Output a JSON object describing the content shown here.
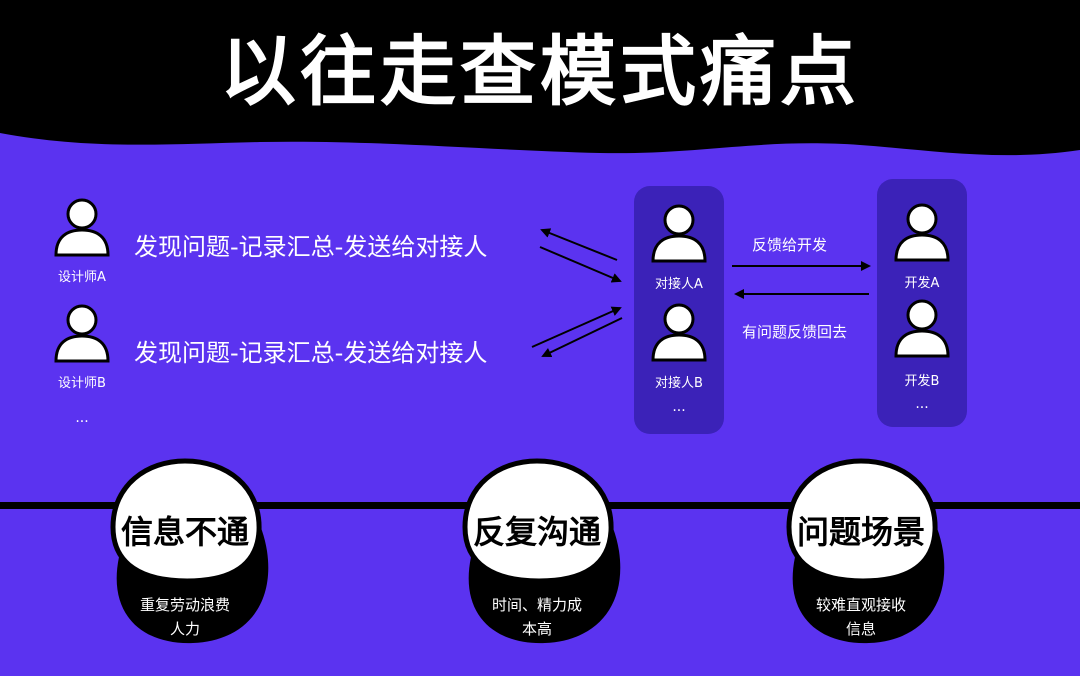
{
  "title": "以往走查模式痛点",
  "designers": [
    {
      "name": "设计师A",
      "flow": "发现问题-记录汇总-发送给对接人"
    },
    {
      "name": "设计师B",
      "flow": "发现问题-记录汇总-发送给对接人"
    }
  ],
  "designers_more": "...",
  "liaisons": [
    "对接人A",
    "对接人B"
  ],
  "liaisons_more": "...",
  "developers": [
    "开发A",
    "开发B"
  ],
  "developers_more": "...",
  "arrows": {
    "to_dev": "反馈给开发",
    "back": "有问题反馈回去"
  },
  "pain_points": [
    {
      "title": "信息不通",
      "line1": "重复劳动浪费",
      "line2": "人力"
    },
    {
      "title": "反复沟通",
      "line1": "时间、精力成",
      "line2": "本高"
    },
    {
      "title": "问题场景",
      "line1": "较难直观接收",
      "line2": "信息"
    }
  ],
  "colors": {
    "background": "#5b33f0",
    "panel": "#3b22b8",
    "top_band": "#000000",
    "badge": "#ffffff"
  }
}
